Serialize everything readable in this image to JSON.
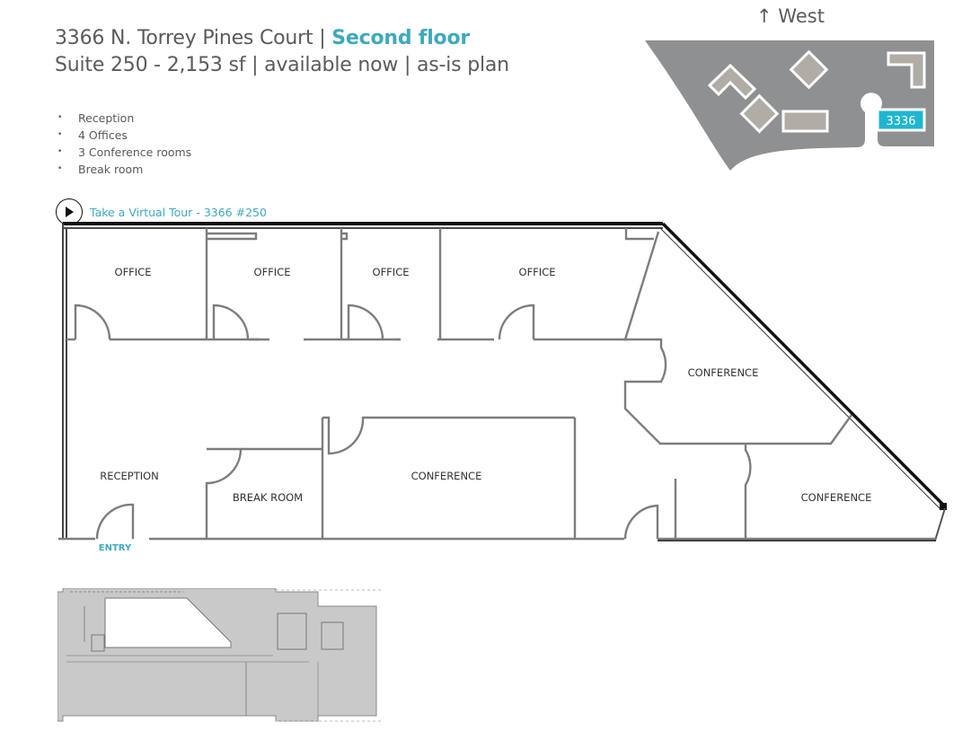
{
  "header": {
    "address": "3366 N. Torrey Pines Court",
    "separator": " | ",
    "floor": "Second floor",
    "suite_line": "Suite 250 - 2,153 sf | available now | as-is plan"
  },
  "features": [
    {
      "label": "Reception"
    },
    {
      "label": "4 Offices"
    },
    {
      "label": "3 Conference rooms"
    },
    {
      "label": "Break room"
    }
  ],
  "virtual_tour": {
    "label": "Take a Virtual Tour - 3366 #250",
    "icon": "play-icon"
  },
  "site_map": {
    "orientation_label": "West",
    "orientation_icon": "arrow-up-icon",
    "highlighted_building": "3336",
    "colors": {
      "ground": "#8f9092",
      "building": "#b0aca6",
      "highlight": "#1fb5d1"
    }
  },
  "floor_plan": {
    "rooms": [
      {
        "name": "office-1",
        "label": "OFFICE"
      },
      {
        "name": "office-2",
        "label": "OFFICE"
      },
      {
        "name": "office-3",
        "label": "OFFICE"
      },
      {
        "name": "office-4",
        "label": "OFFICE"
      },
      {
        "name": "conference-east",
        "label": "CONFERENCE"
      },
      {
        "name": "reception",
        "label": "RECEPTION"
      },
      {
        "name": "break-room",
        "label": "BREAK ROOM"
      },
      {
        "name": "conference-center",
        "label": "CONFERENCE"
      },
      {
        "name": "conference-corner",
        "label": "CONFERENCE"
      }
    ],
    "entry_label": "ENTRY",
    "colors": {
      "wall": "#7d7d7d",
      "exterior": "#111111",
      "accent": "#3fa9bd"
    }
  },
  "key_plan": {
    "colors": {
      "occupied": "#c9c9c9",
      "suite": "#ffffff",
      "lines": "#8a8a8a"
    }
  }
}
